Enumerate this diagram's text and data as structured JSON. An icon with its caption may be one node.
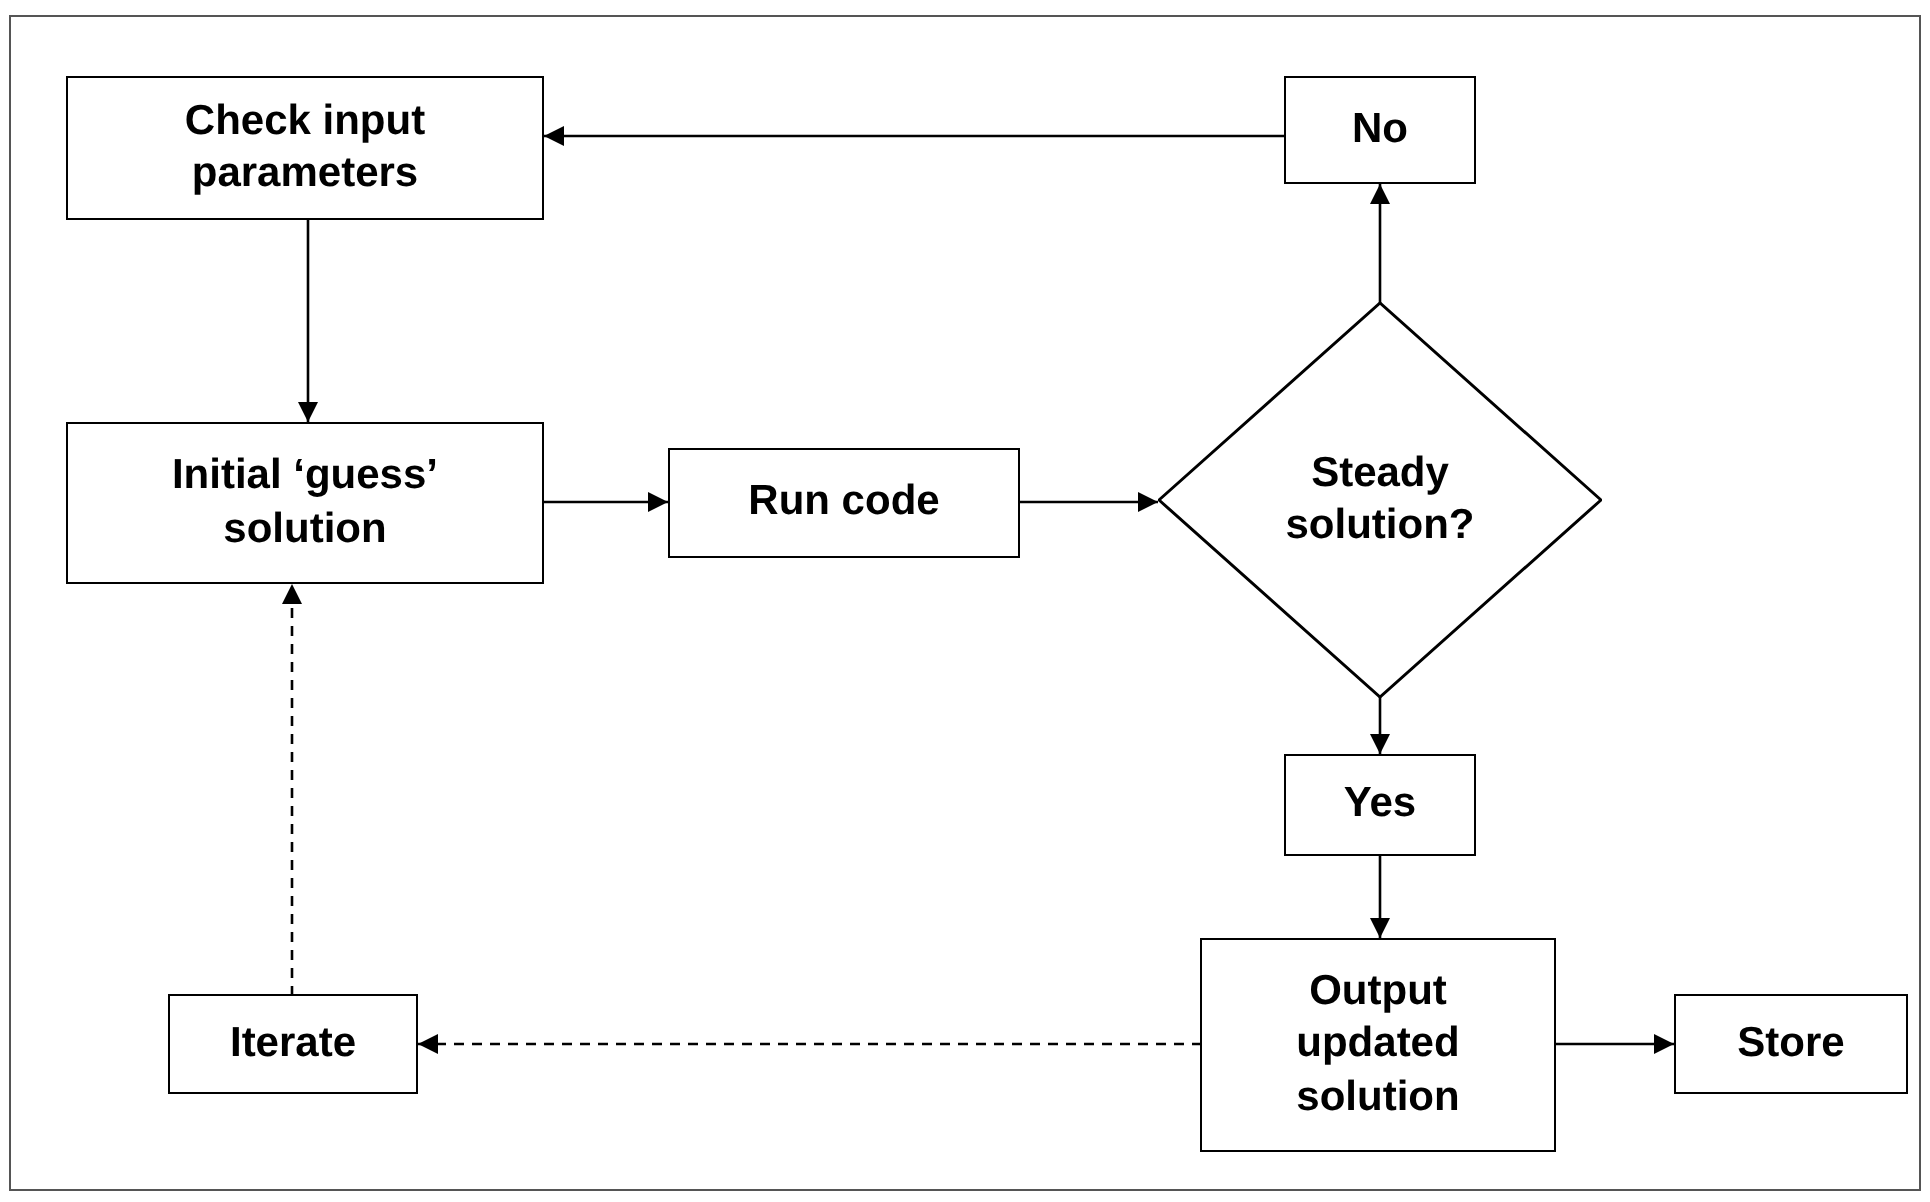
{
  "diagram": {
    "nodes": [
      {
        "text": [
          "Check input parameters"
        ]
      },
      {
        "text": [
          "No"
        ]
      },
      {
        "text": [
          "Initial ‘guess’ solution"
        ]
      },
      {
        "text": [
          "Run code"
        ]
      },
      {
        "text": [
          "Steady solution?"
        ]
      },
      {
        "text": [
          "Yes"
        ]
      },
      {
        "text": [
          "Output updated solution"
        ]
      },
      {
        "text": [
          "Iterate"
        ]
      },
      {
        "text": [
          "Store"
        ]
      }
    ],
    "edges": [
      {
        "from": 0,
        "to": 2,
        "arrow": "to"
      },
      {
        "from": 2,
        "to": 3,
        "arrow": "to"
      },
      {
        "from": 3,
        "to": 4,
        "arrow": "to"
      },
      {
        "from": 4,
        "to": 1,
        "arrow": "to"
      },
      {
        "from": 1,
        "to": 0,
        "arrow": "to"
      },
      {
        "from": 4,
        "to": 5,
        "arrow": "to"
      },
      {
        "from": 5,
        "to": 6,
        "arrow": "to"
      },
      {
        "from": 6,
        "to": 7,
        "arrow": "to",
        "style": "dashed"
      },
      {
        "from": 7,
        "to": 2,
        "arrow": "to",
        "style": "dashed"
      },
      {
        "from": 6,
        "to": 8,
        "arrow": "to"
      }
    ]
  }
}
